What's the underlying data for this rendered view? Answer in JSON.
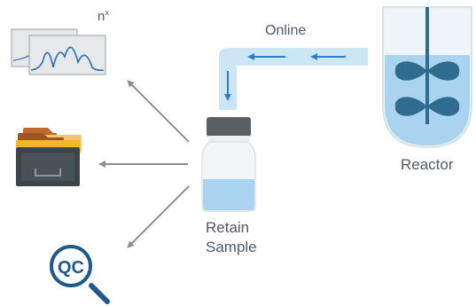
{
  "labels": {
    "online": "Online",
    "reactor": "Reactor",
    "retain_line1": "Retain",
    "retain_line2": "Sample",
    "n": "n",
    "n_sup": "x",
    "qc": "QC"
  },
  "icons": {
    "reactor": "stirred-reactor-icon",
    "vial": "retain-sample-vial-icon",
    "chromatograms": "chromatogram-icon",
    "archive": "archive-drawer-icon",
    "qc": "qc-magnifier-icon"
  },
  "colors": {
    "pipe": "#cde6f5",
    "flow_arrow": "#2a7fd0",
    "liquid": "#a9d3ee",
    "impeller": "#2f6c8f",
    "qc_blue": "#1f5a8c",
    "connector_gray": "#8a9096",
    "text_gray": "#4f5a66"
  }
}
